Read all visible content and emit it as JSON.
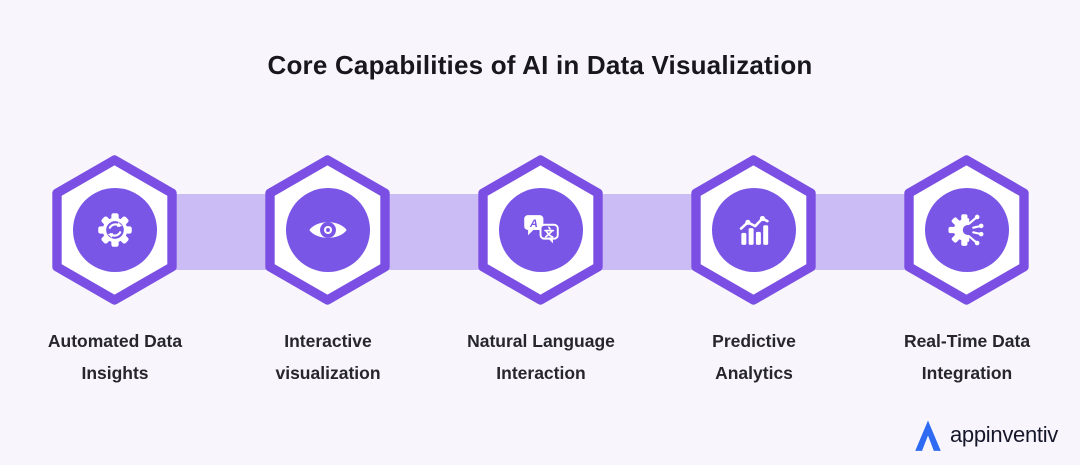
{
  "title": "Core Capabilities of AI in Data Visualization",
  "capabilities": [
    {
      "line1": "Automated Data",
      "line2": "Insights",
      "icon": "automation-gear-sync-icon"
    },
    {
      "line1": "Interactive",
      "line2": "visualization",
      "icon": "eye-icon"
    },
    {
      "line1": "Natural Language",
      "line2": "Interaction",
      "icon": "translation-chat-icon",
      "letters": {
        "latin": "A",
        "cjk": "文"
      }
    },
    {
      "line1": "Predictive",
      "line2": "Analytics",
      "icon": "bar-chart-trend-icon"
    },
    {
      "line1": "Real-Time Data",
      "line2": "Integration",
      "icon": "gear-circuit-icon"
    }
  ],
  "logo": {
    "brand": "appinventiv"
  },
  "colors": {
    "background": "#F8F6FC",
    "connector_band": "#CCBCF6",
    "hexagon_border": "#7B4FE3",
    "icon_circle": "#7A56E7",
    "title_text": "#17171D",
    "label_text": "#26262C",
    "logo_blue": "#2E6BF2",
    "logo_text": "#16172B"
  }
}
